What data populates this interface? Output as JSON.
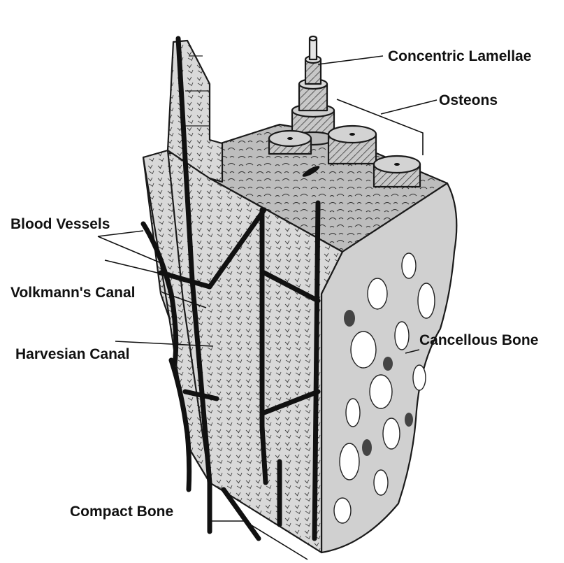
{
  "labels": {
    "concentric_lamellae": "Concentric Lamellae",
    "osteons": "Osteons",
    "blood_vessels": "Blood Vessels",
    "volkmanns_canal": "Volkmann's Canal",
    "harvesian_canal": "Harvesian Canal",
    "cancellous_bone": "Cancellous Bone",
    "compact_bone": "Compact Bone"
  }
}
